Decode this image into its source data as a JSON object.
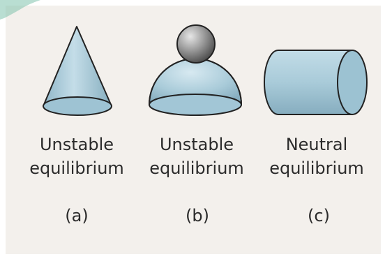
{
  "colors": {
    "panel_background": "#f3f0ec",
    "shape_fill": "#a9cbd9",
    "shape_stroke": "#222222",
    "ball_fill": "#8a8a8a",
    "text": "#2b2b2b"
  },
  "panels": [
    {
      "shape": "cone",
      "state_line1": "Unstable",
      "state_line2": "equilibrium",
      "tag": "(a)"
    },
    {
      "shape": "ball-on-dome",
      "state_line1": "Unstable",
      "state_line2": "equilibrium",
      "tag": "(b)"
    },
    {
      "shape": "cylinder-on-side",
      "state_line1": "Neutral",
      "state_line2": "equilibrium",
      "tag": "(c)"
    }
  ]
}
